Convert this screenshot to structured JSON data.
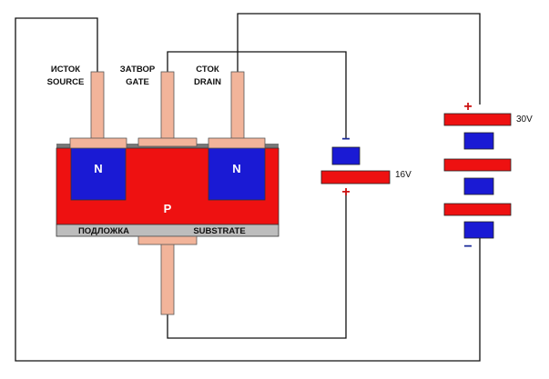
{
  "terminals": {
    "source_ru": "ИСТОК",
    "source_en": "SOURCE",
    "gate_ru": "ЗАТВОР",
    "gate_en": "GATE",
    "drain_ru": "СТОК",
    "drain_en": "DRAIN"
  },
  "regions": {
    "n_left": "N",
    "n_right": "N",
    "p_body": "P",
    "substrate_ru": "ПОДЛОЖКА",
    "substrate_en": "SUBSTRATE"
  },
  "battery_small": {
    "voltage": "16V",
    "top_sign": "−",
    "bottom_sign": "+"
  },
  "battery_large": {
    "voltage": "30V",
    "top_sign": "+",
    "bottom_sign": "−"
  },
  "colors": {
    "p_region": "#ee1111",
    "n_region": "#1a1ad4",
    "contact": "#f2b49a",
    "substrate": "#bdbdbd",
    "oxide": "#777777",
    "wire": "#111111",
    "plus_sign": "#cc1111",
    "minus_sign": "#1a2a99"
  }
}
